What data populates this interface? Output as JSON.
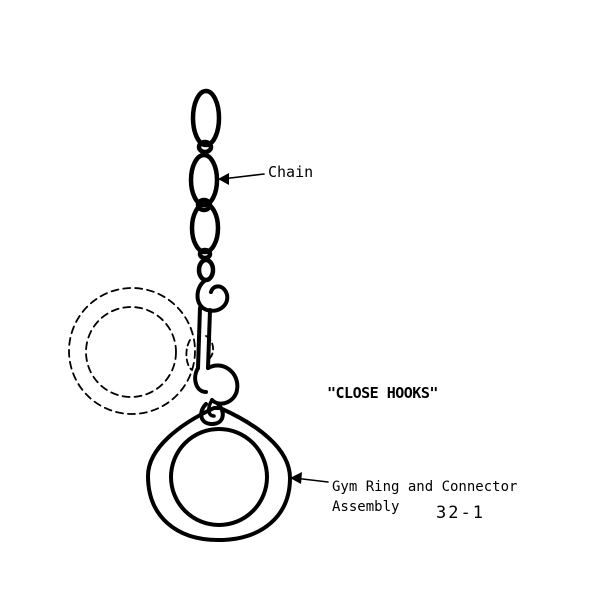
{
  "labels": {
    "chain": "Chain",
    "close_hooks": "\"CLOSE HOOKS\"",
    "ring_line1": "Gym Ring and Connector",
    "ring_line2": "Assembly",
    "figure_number": "32-1"
  },
  "colors": {
    "ink": "#000000",
    "paper": "#ffffff"
  }
}
